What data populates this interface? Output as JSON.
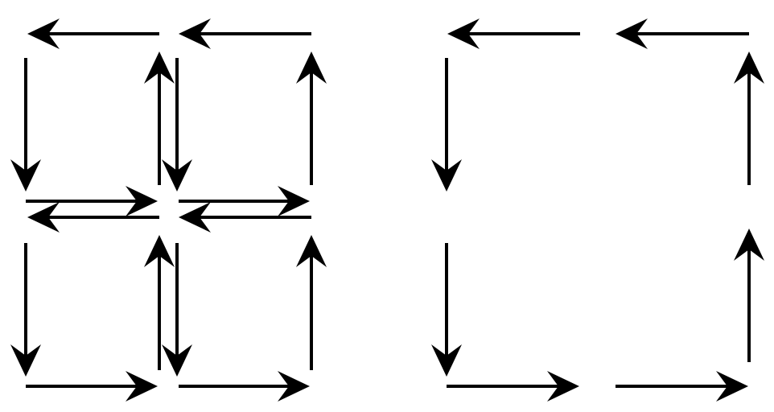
{
  "diagram": {
    "stroke_color": "#000000",
    "background": "#ffffff",
    "panels": [
      {
        "id": "left",
        "description_items": 8,
        "arrows": [
          {
            "name": "a1-top-left",
            "direction": "left"
          },
          {
            "name": "a1-top-right",
            "direction": "left"
          },
          {
            "name": "a1-left-upper",
            "direction": "down"
          },
          {
            "name": "a1-middle-upper-up",
            "direction": "up"
          },
          {
            "name": "a1-middle-upper-down",
            "direction": "down"
          },
          {
            "name": "a1-right-upper",
            "direction": "up"
          },
          {
            "name": "a1-middle-left-right",
            "direction": "right"
          },
          {
            "name": "a1-middle-left-left",
            "direction": "left"
          },
          {
            "name": "a1-middle-right-right",
            "direction": "right"
          },
          {
            "name": "a1-middle-right-left",
            "direction": "left"
          },
          {
            "name": "a1-left-lower",
            "direction": "down"
          },
          {
            "name": "a1-middle-lower-up",
            "direction": "up"
          },
          {
            "name": "a1-middle-lower-down",
            "direction": "down"
          },
          {
            "name": "a1-right-lower",
            "direction": "up"
          },
          {
            "name": "a1-bottom-left",
            "direction": "right"
          },
          {
            "name": "a1-bottom-right",
            "direction": "right"
          }
        ]
      },
      {
        "id": "right",
        "arrows": [
          {
            "name": "a2-top-left",
            "direction": "left"
          },
          {
            "name": "a2-top-right",
            "direction": "left"
          },
          {
            "name": "a2-left-upper",
            "direction": "down"
          },
          {
            "name": "a2-left-lower",
            "direction": "down"
          },
          {
            "name": "a2-right-upper",
            "direction": "up"
          },
          {
            "name": "a2-right-lower",
            "direction": "up"
          },
          {
            "name": "a2-bottom-left",
            "direction": "right"
          },
          {
            "name": "a2-bottom-right",
            "direction": "right"
          }
        ]
      }
    ]
  }
}
